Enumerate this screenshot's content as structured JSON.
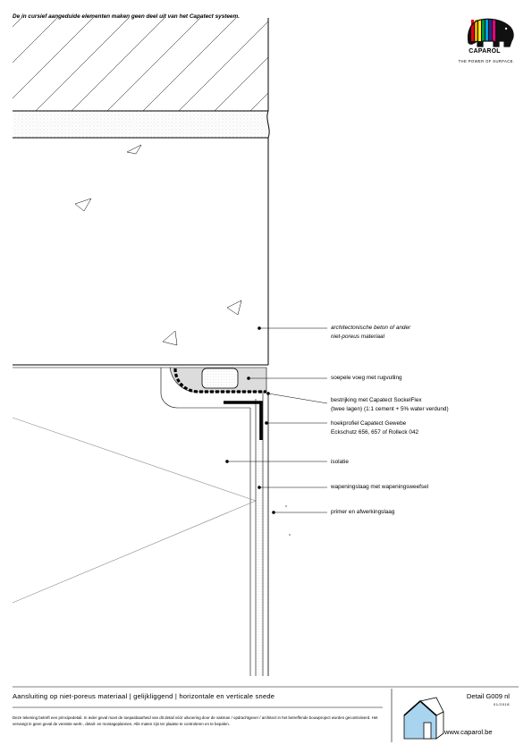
{
  "header": {
    "note": "De in cursief aangeduide elementen maken geen deel uit van het Capatect systeem."
  },
  "brand": {
    "name": "CAPAROL",
    "tagline": "THE POWER OF SURFACE.",
    "colors": [
      "#e2001a",
      "#f7a600",
      "#ffed00",
      "#009640",
      "#009fe3",
      "#312783",
      "#e5007d",
      "#000000"
    ],
    "icon": "elephant-logo"
  },
  "labels": [
    {
      "lines": [
        "architectonische beton of ander",
        "niet-poreus materiaal"
      ],
      "italic": true
    },
    {
      "lines": [
        "soepele voeg met rugvulling"
      ],
      "italic": false
    },
    {
      "lines": [
        "bestrijking met Capatect SockelFlex",
        "(twee lagen) (1:1 cement + 5% water verdund)"
      ],
      "italic": false
    },
    {
      "lines": [
        "hoekprofiel Capatect Gewebe",
        "Eckschutz 656, 657 of Rolleck 042"
      ],
      "italic": false
    },
    {
      "lines": [
        "isolatie"
      ],
      "italic": false
    },
    {
      "lines": [
        "wapeningslaag met wapeningsweefsel"
      ],
      "italic": false
    },
    {
      "lines": [
        "primer en afwerkingslaag"
      ],
      "italic": false
    }
  ],
  "footer": {
    "title": "Aansluiting op niet-poreus materiaal | gelijkliggend | horizontale en verticale snede",
    "description": "Deze tekening betreft een principedetail. In ieder geval moet de toepasbaarheid van dit detail vóór uitvoering door de vakman / opdrachtgever / architect in het betreffende bouwproject worden gecontroleerd. Het vervangt in geen geval de vereiste werk-, detail- en montageplannen. Alle maten zijn ter plaatse te controleren en te bepalen.",
    "detail_code": "Detail G009 nl",
    "date": "01/2018",
    "website": "www.caparol.be",
    "house_icon": "house-icon"
  }
}
